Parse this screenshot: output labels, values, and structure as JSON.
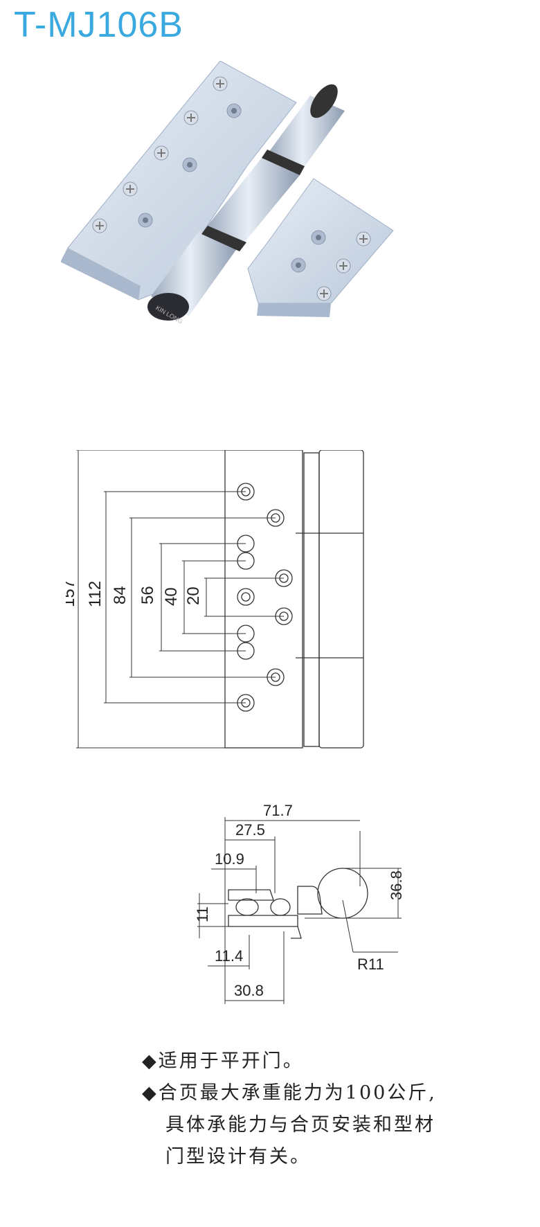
{
  "product": {
    "model": "T-MJ106B",
    "brand_mark": "KIN LONG"
  },
  "front_view": {
    "dims": {
      "d157": "157",
      "d112": "112",
      "d84": "84",
      "d56": "56",
      "d40": "40",
      "d20": "20"
    }
  },
  "section_view": {
    "dims": {
      "w717": "71.7",
      "w275": "27.5",
      "w109": "10.9",
      "h11": "11",
      "w114": "11.4",
      "w308": "30.8",
      "h368": "36.8",
      "r11": "R11"
    }
  },
  "notes": {
    "bullet": "◆",
    "line1": "适用于平开门。",
    "line2": "合页最大承重能力为100公斤,",
    "line3": "具体承能力与合页安装和型材",
    "line4": "门型设计有关。"
  },
  "colors": {
    "title": "#39a9df",
    "metal": "#c8d4e4",
    "line": "#333333"
  }
}
